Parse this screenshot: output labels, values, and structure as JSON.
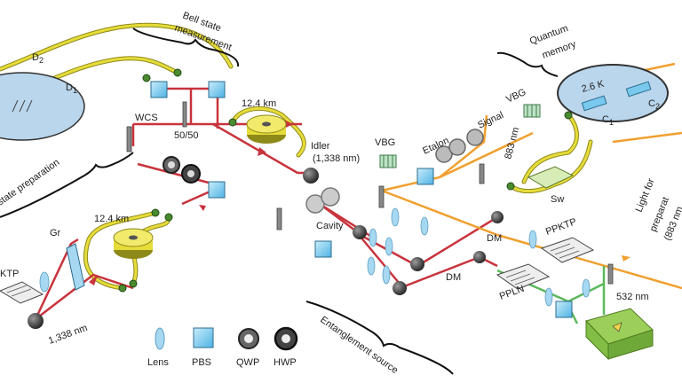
{
  "labels": {
    "bell_line1": "Bell state",
    "bell_line2": "measurement",
    "quantum_line1": "Quantum",
    "quantum_line2": "memory",
    "state_prep": "state preparation",
    "entanglement": "Entanglement source",
    "light_line1": "Light for",
    "light_line2": "preparat",
    "light_line3": "(883 nm",
    "d2": "D",
    "d2_sub": "2",
    "d1": "D",
    "d1_sub": "1",
    "wcs": "WCS",
    "split_5050": "50/50",
    "fiber_top": "12.4 km",
    "fiber_left": "12.4 km",
    "idler_line1": "Idler",
    "idler_line2": "(1,338 nm)",
    "vbg_idler": "VBG",
    "cavity": "Cavity",
    "etalon": "Etalon",
    "signal": "Signal",
    "vbg_signal": "VBG",
    "nm_883": "883 nm",
    "temp": "2.6 K",
    "c1": "C",
    "c1_sub": "1",
    "c2": "C",
    "c2_sub": "2",
    "sw": "Sw",
    "ppktp_right": "PPKTP",
    "ppktp_left": "KTP",
    "dm_upper": "DM",
    "dm_lower": "DM",
    "ppln": "PPLN",
    "nm_532": "532 nm",
    "gr": "Gr",
    "nm_1338": "1,338 nm"
  },
  "legend": [
    {
      "label": "Lens",
      "icon": "lens-icon"
    },
    {
      "label": "PBS",
      "icon": "pbs-icon"
    },
    {
      "label": "QWP",
      "icon": "qwp-icon"
    },
    {
      "label": "HWP",
      "icon": "hwp-icon"
    }
  ],
  "colors": {
    "beam_1338": "#c8333c",
    "beam_883": "#f0a030",
    "beam_532": "#5cb85c",
    "fiber": "#d9cf2a",
    "pbs": "#79c9ee",
    "lens": "#a7d8f2",
    "memory": "#b9d6ec",
    "laser": "#9ccf5a"
  }
}
